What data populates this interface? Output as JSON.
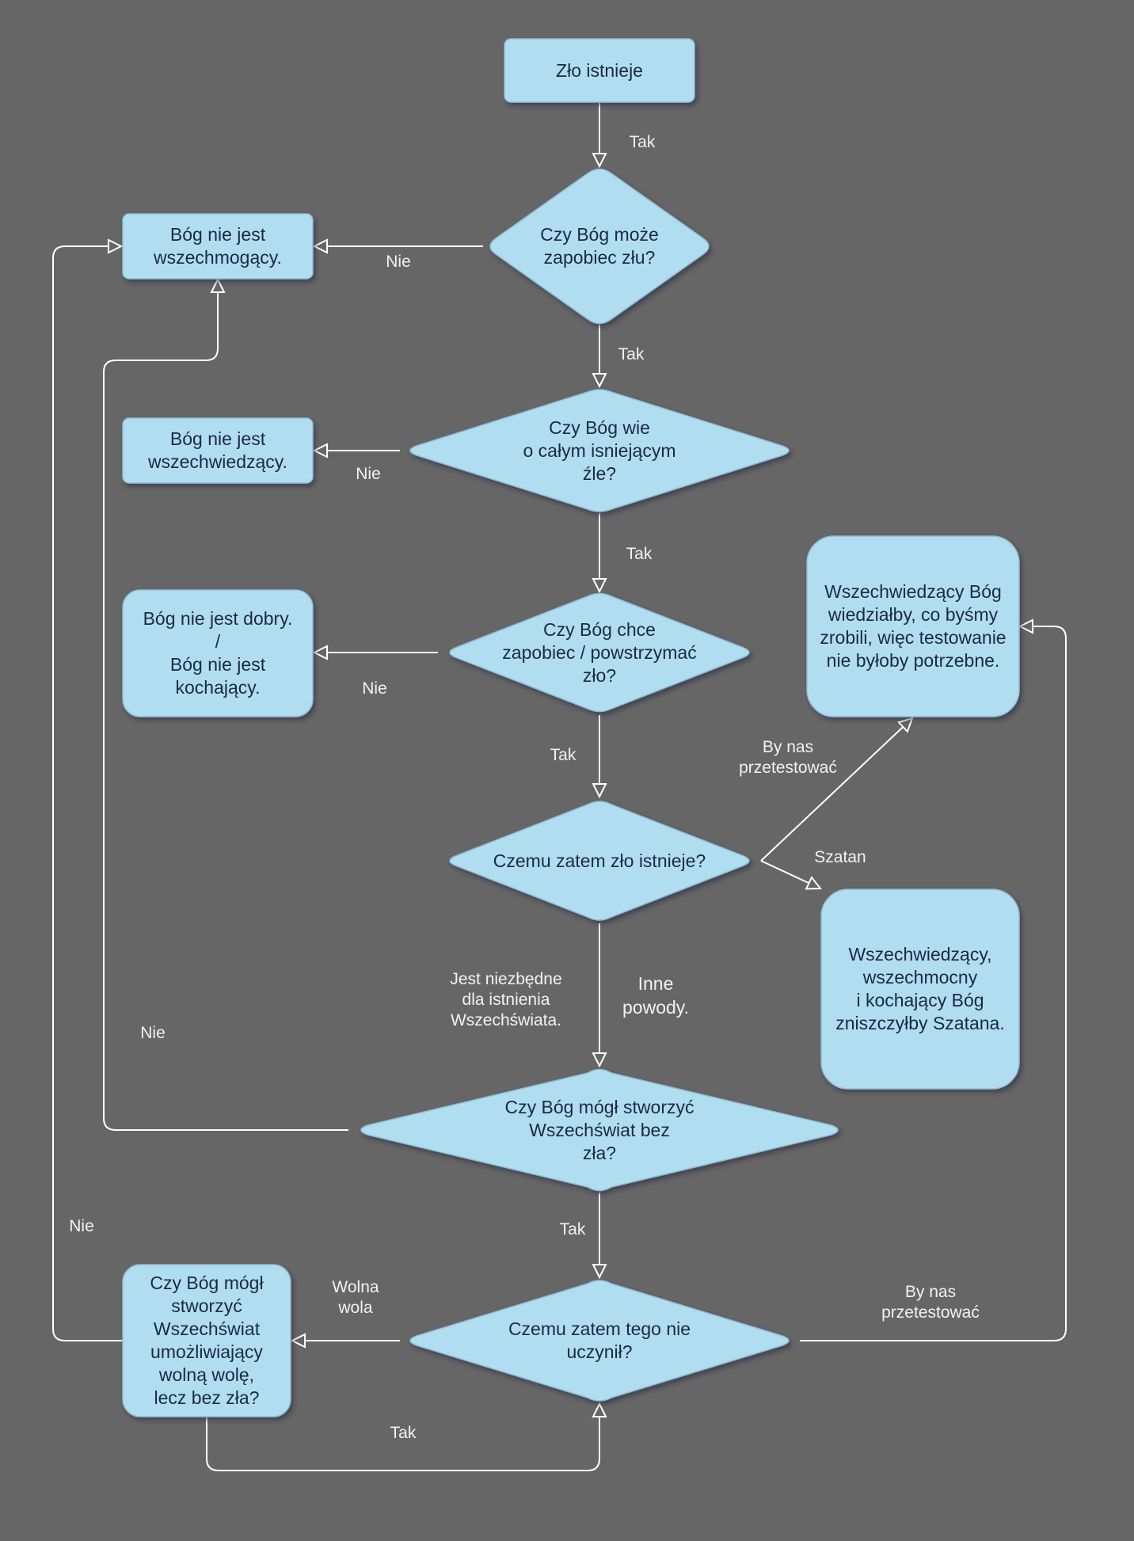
{
  "colors": {
    "background": "#666666",
    "node_fill": "#b1ddf0",
    "node_stroke": "#8fbcd6",
    "node_text": "#1a2a44",
    "edge": "#ffffff",
    "label": "#f2f2f2"
  },
  "nodes": {
    "evil_exists": "Zło istnieje",
    "can_prevent": "Czy Bóg może\nzapobiec złu?",
    "not_omnipotent": "Bóg nie jest\nwszechmogący.",
    "knows_evil": "Czy Bóg wie\no całym isniejącym\nźle?",
    "not_omniscient": "Bóg nie jest\nwszechwiedzący.",
    "wants_prevent": "Czy Bóg chce\nzapobiec / powstrzymać\nzło?",
    "not_good": "Bóg nie jest dobry.\n/\nBóg nie jest\nkochający.",
    "why_evil": "Czemu zatem zło istnieje?",
    "test_known": "Wszechwiedzący Bóg\nwiedziałby, co byśmy\nzrobili, więc testowanie\nnie byłoby potrzebne.",
    "satan_destroy": "Wszechwiedzący,\nwszechmocny\ni kochający Bóg\nzniszczyłby Szatana.",
    "create_without_evil": "Czy Bóg mógł stworzyć\nWszechświat bez\nzła?",
    "why_not": "Czemu zatem tego nie\nuczynił?",
    "free_will_world": "Czy Bóg mógł\nstworzyć\nWszechświat\numożliwiający\nwolną wolę,\nlecz bez zła?"
  },
  "labels": {
    "tak_1": "Tak",
    "nie_1": "Nie",
    "tak_2": "Tak",
    "nie_2": "Nie",
    "tak_3": "Tak",
    "nie_3": "Nie",
    "tak_4": "Tak",
    "test_us_1": "By nas\nprzetestować",
    "satan": "Szatan",
    "necessary": "Jest niezbędne\ndla istnienia\nWszechświata.",
    "other_reasons": "Inne\npowody.",
    "nie_4": "Nie",
    "tak_5": "Tak",
    "nie_5": "Nie",
    "free_will": "Wolna\nwola",
    "test_us_2": "By nas\nprzetestować",
    "tak_6": "Tak"
  }
}
